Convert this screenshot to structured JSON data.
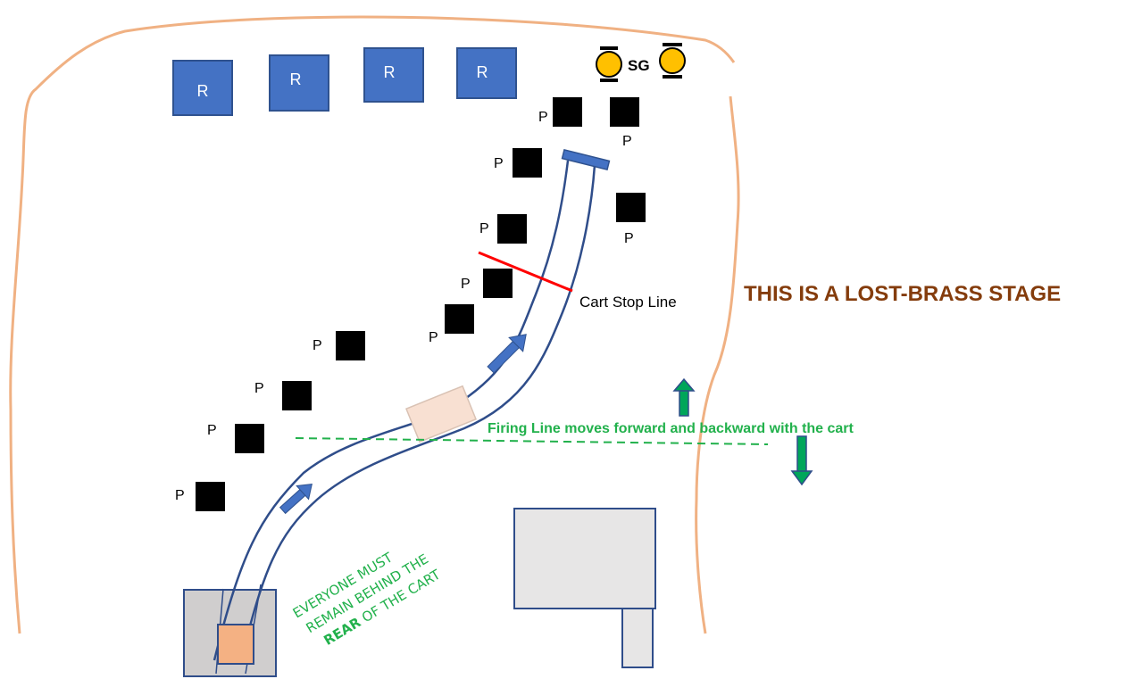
{
  "target_labels": {
    "reactive": "R",
    "paper": "P",
    "steel_group": "SG"
  },
  "cart_stop_label": "Cart Stop Line",
  "firing_line_label": "Firing Line moves forward and backward with the cart",
  "stage_title": "THIS IS A LOST-BRASS STAGE",
  "rear_note": {
    "line1": "EVERYONE MUST",
    "line2": "REMAIN BEHIND THE",
    "line3_bold": "REAR",
    "line3_rest": " OF THE CART"
  },
  "colors": {
    "berm": "#f0b183",
    "reactive_target": "#4472c4",
    "paper_target": "#000000",
    "steel_target": "#ffc000",
    "track": "#2f4d8a",
    "cart": "#f8e0d2",
    "cart_stop": "#ff0000",
    "firing_line": "#22b14c",
    "move_arrow": "#00a65a",
    "stage_title": "#843c0c",
    "start_box": "#d0cece",
    "start_position": "#f4b183",
    "building": "#e7e6e6"
  }
}
